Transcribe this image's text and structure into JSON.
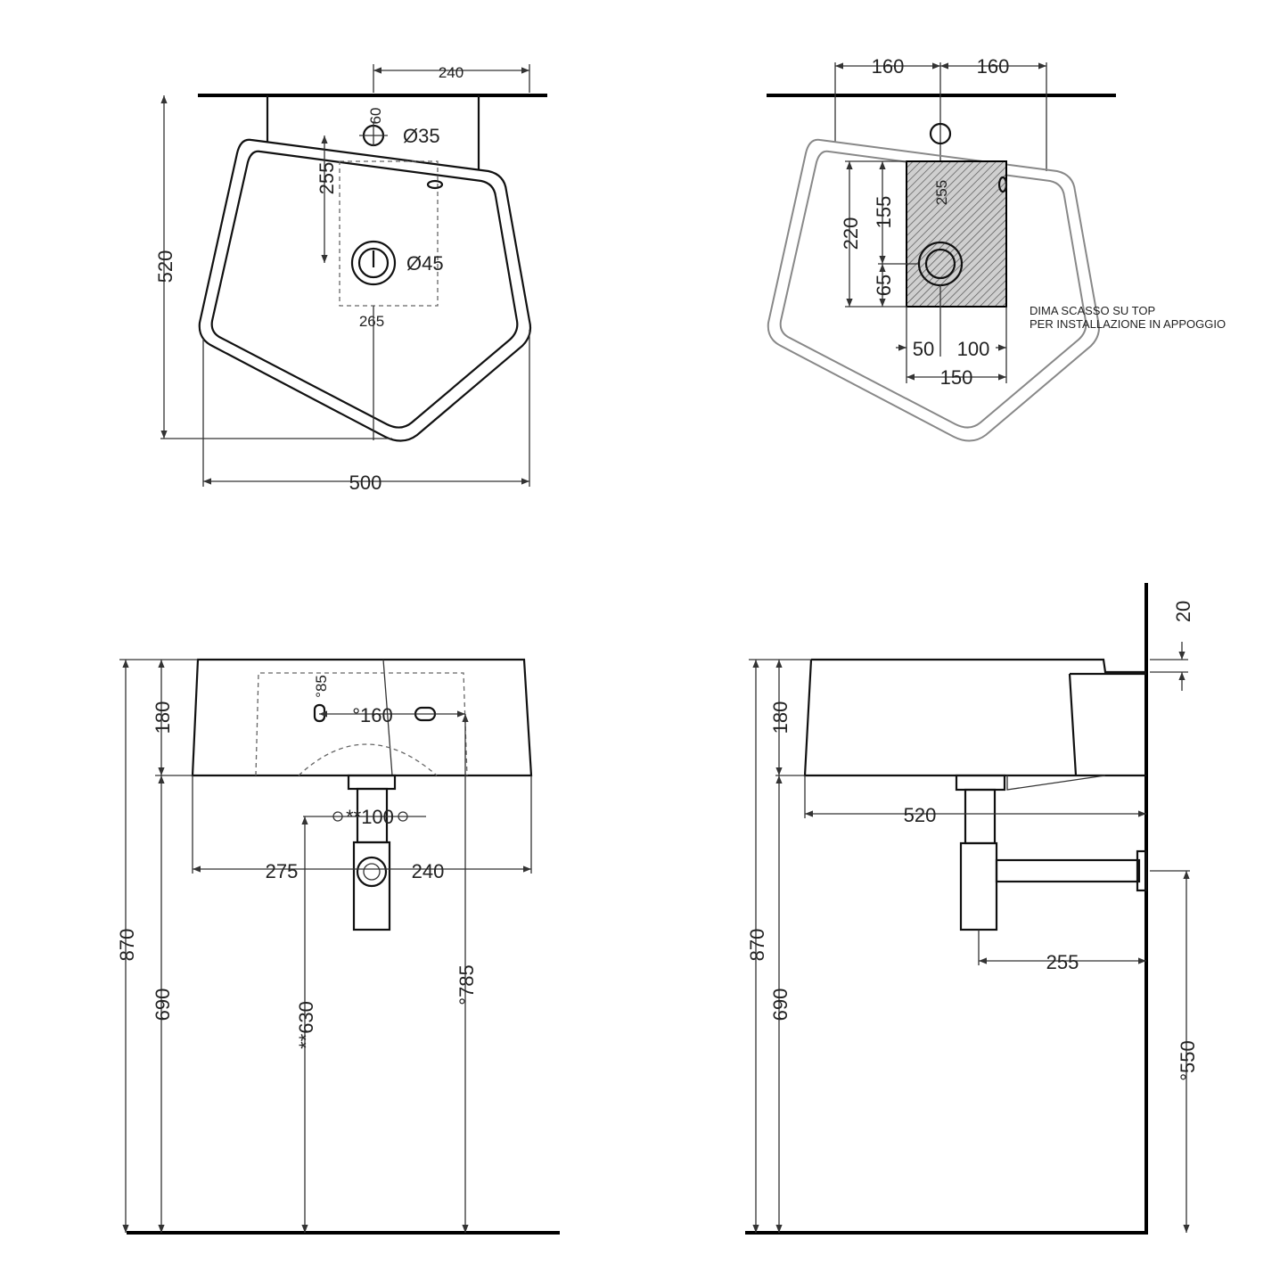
{
  "top_left": {
    "dims": {
      "top_240": "240",
      "v60": "60",
      "dia35": "Ø35",
      "v255": "255",
      "dia45": "Ø45",
      "h265": "265",
      "v520": "520",
      "h500": "500"
    }
  },
  "top_right": {
    "dims": {
      "left160": "160",
      "right160": "160",
      "v255": "255",
      "v220": "220",
      "v155": "155",
      "v65": "65",
      "h50": "50",
      "h100": "100",
      "h150": "150"
    },
    "note_line1": "DIMA SCASSO SU TOP",
    "note_line2": "PER INSTALLAZIONE IN APPOGGIO"
  },
  "bottom_left": {
    "dims": {
      "v85": "°85",
      "h160": "°160",
      "v180": "180",
      "h100": "**100",
      "h275": "275",
      "h240": "240",
      "v870": "870",
      "v690": "690",
      "v630": "**630",
      "v785": "°785"
    }
  },
  "bottom_right": {
    "dims": {
      "v20": "20",
      "v180": "180",
      "h520": "520",
      "h255": "255",
      "v870": "870",
      "v690": "690",
      "v550": "°550"
    }
  }
}
